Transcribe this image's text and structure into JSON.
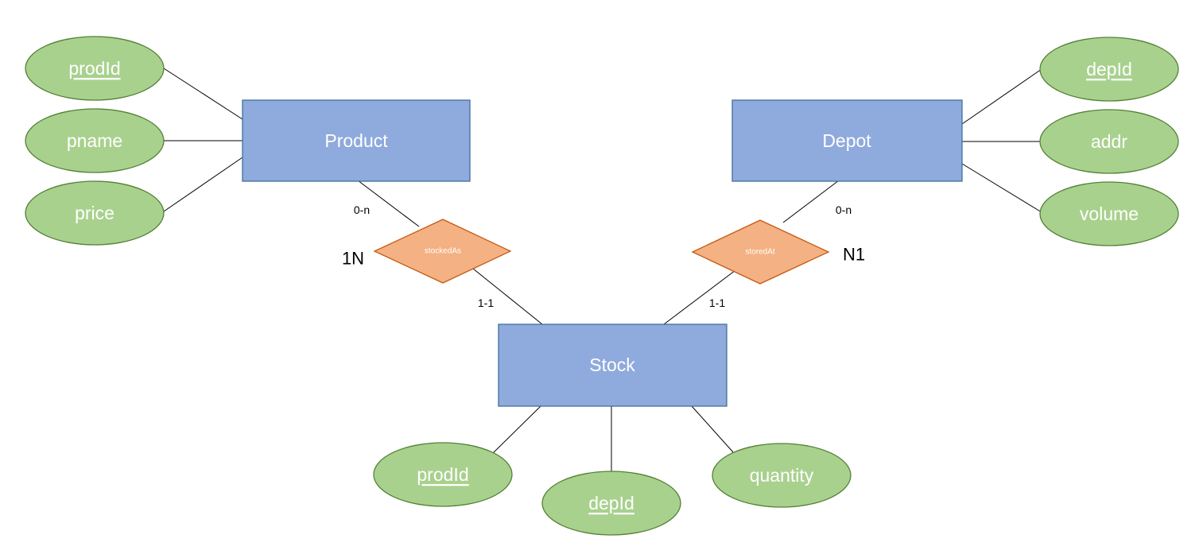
{
  "colors": {
    "entity_fill": "#8FAADC",
    "attribute_fill": "#A9D18E",
    "relationship_fill": "#F4B183"
  },
  "entities": {
    "product": {
      "label": "Product"
    },
    "depot": {
      "label": "Depot"
    },
    "stock": {
      "label": "Stock"
    }
  },
  "attributes": {
    "product_prodid": {
      "label": "prodId",
      "key": true
    },
    "product_pname": {
      "label": "pname",
      "key": false
    },
    "product_price": {
      "label": "price",
      "key": false
    },
    "depot_depid": {
      "label": "depId",
      "key": true
    },
    "depot_addr": {
      "label": "addr",
      "key": false
    },
    "depot_volume": {
      "label": "volume",
      "key": false
    },
    "stock_prodid": {
      "label": "prodId",
      "key": true
    },
    "stock_depid": {
      "label": "depId",
      "key": true
    },
    "stock_quantity": {
      "label": "quantity",
      "key": false
    }
  },
  "relationships": {
    "stockedas": {
      "label": "stockedAs",
      "tag": "1N"
    },
    "storedat": {
      "label": "storedAt",
      "tag": "N1"
    }
  },
  "cardinalities": {
    "product_stockedas": "0-n",
    "stockedas_stock": "1-1",
    "depot_storedat": "0-n",
    "storedat_stock": "1-1"
  }
}
